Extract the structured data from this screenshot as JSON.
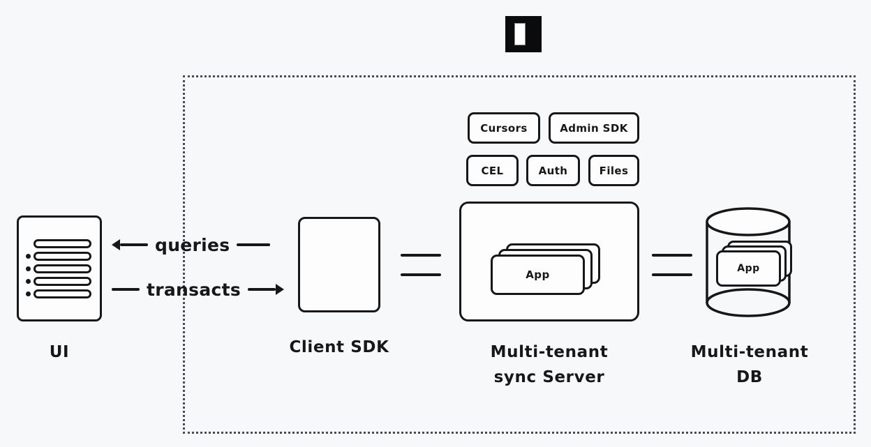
{
  "diagram": {
    "title": "Instant architecture diagram",
    "background_color": "#f7f8fa",
    "ink_color": "#17171a",
    "logo": {
      "name": "instant-logo",
      "shape": "black-square-with-white-bar"
    },
    "boundary": {
      "name": "service-boundary",
      "style": "dotted"
    },
    "nodes": {
      "ui": {
        "caption": "UI",
        "rows": [
          {
            "bullet": false
          },
          {
            "bullet": true
          },
          {
            "bullet": true
          },
          {
            "bullet": true
          },
          {
            "bullet": true
          }
        ]
      },
      "client_sdk": {
        "caption": "Client SDK"
      },
      "sync_server": {
        "caption": "Multi-tenant\nsync Server",
        "app_card_label": "App",
        "app_card_count": 3
      },
      "database": {
        "caption": "Multi-tenant\nDB",
        "app_card_label": "App",
        "app_card_count": 3
      }
    },
    "features": [
      {
        "label": "Cursors"
      },
      {
        "label": "Admin SDK"
      },
      {
        "label": "CEL"
      },
      {
        "label": "Auth"
      },
      {
        "label": "Files"
      }
    ],
    "flows": [
      {
        "label": "queries",
        "direction": "left"
      },
      {
        "label": "transacts",
        "direction": "right"
      }
    ]
  }
}
